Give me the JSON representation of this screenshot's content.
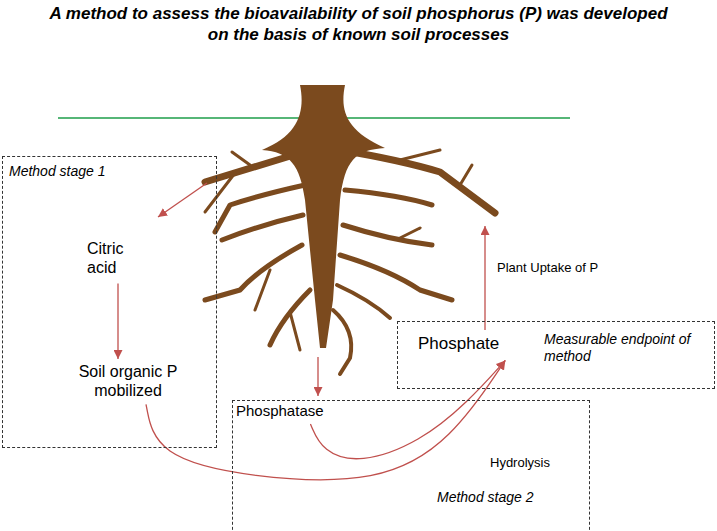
{
  "diagram": {
    "title": "A method to assess the bioavailability of soil phosphorus (P) was developed on the basis of known soil processes",
    "nodes": [
      {
        "text": [
          "Method stage 1"
        ]
      },
      {
        "text": [
          "Citric acid"
        ],
        "in": 0
      },
      {
        "text": [
          "Soil organic P mobilized"
        ],
        "in": 0
      },
      {
        "text": [
          "Measurable endpoint of method"
        ]
      },
      {
        "text": [
          "Phosphate"
        ],
        "in": 3
      },
      {
        "text": [
          "Method stage 2"
        ]
      },
      {
        "text": [
          "Phosphatase"
        ],
        "in": 5
      }
    ],
    "edges": [
      {
        "from": 1,
        "to": 2,
        "arrow": "to"
      },
      {
        "from": 2,
        "to": 4,
        "arrow": "to"
      },
      {
        "from": 6,
        "to": 4,
        "label": "Hydrolysis",
        "arrow": "to"
      }
    ],
    "labels": [
      "Plant Uptake of P"
    ]
  }
}
